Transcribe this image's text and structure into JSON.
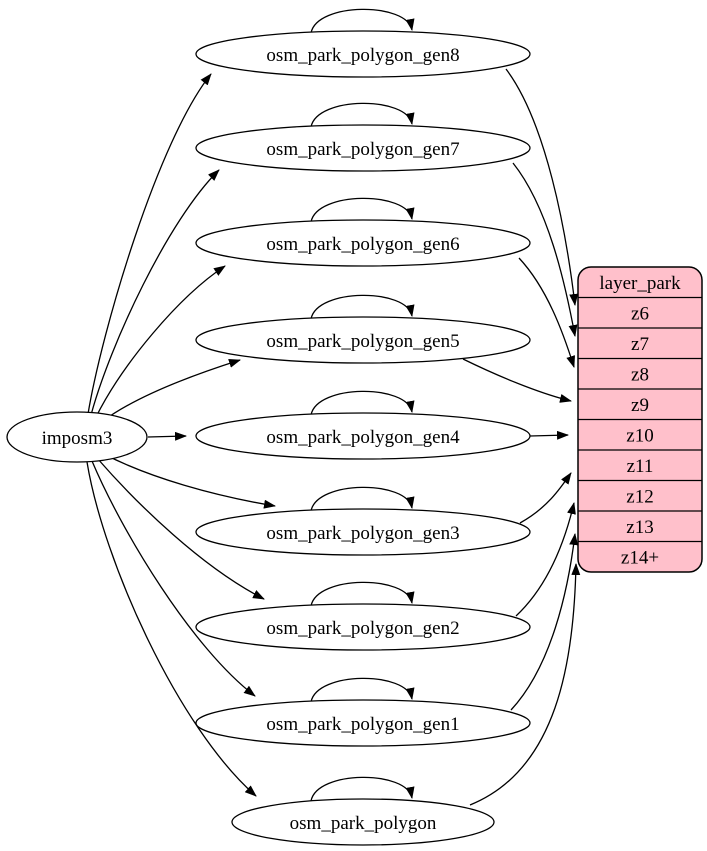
{
  "diagram_type": "digraph",
  "source": {
    "label": "imposm3"
  },
  "tables": [
    {
      "label": "osm_park_polygon_gen8"
    },
    {
      "label": "osm_park_polygon_gen7"
    },
    {
      "label": "osm_park_polygon_gen6"
    },
    {
      "label": "osm_park_polygon_gen5"
    },
    {
      "label": "osm_park_polygon_gen4"
    },
    {
      "label": "osm_park_polygon_gen3"
    },
    {
      "label": "osm_park_polygon_gen2"
    },
    {
      "label": "osm_park_polygon_gen1"
    },
    {
      "label": "osm_park_polygon"
    }
  ],
  "layer_table": {
    "title": "layer_park",
    "rows": [
      {
        "label": "z6"
      },
      {
        "label": "z7"
      },
      {
        "label": "z8"
      },
      {
        "label": "z9"
      },
      {
        "label": "z10"
      },
      {
        "label": "z11"
      },
      {
        "label": "z12"
      },
      {
        "label": "z13"
      },
      {
        "label": "z14+"
      }
    ]
  },
  "colors": {
    "layer_fill": "#ffc0cb",
    "node_fill": "#ffffff",
    "stroke": "#000000",
    "background": "#ffffff"
  },
  "edges": {
    "from_source": [
      {
        "from": "imposm3",
        "to": "osm_park_polygon_gen8"
      },
      {
        "from": "imposm3",
        "to": "osm_park_polygon_gen7"
      },
      {
        "from": "imposm3",
        "to": "osm_park_polygon_gen6"
      },
      {
        "from": "imposm3",
        "to": "osm_park_polygon_gen5"
      },
      {
        "from": "imposm3",
        "to": "osm_park_polygon_gen4"
      },
      {
        "from": "imposm3",
        "to": "osm_park_polygon_gen3"
      },
      {
        "from": "imposm3",
        "to": "osm_park_polygon_gen2"
      },
      {
        "from": "imposm3",
        "to": "osm_park_polygon_gen1"
      },
      {
        "from": "imposm3",
        "to": "osm_park_polygon"
      }
    ],
    "self_loops": [
      {
        "from": "osm_park_polygon_gen8",
        "to": "osm_park_polygon_gen8"
      },
      {
        "from": "osm_park_polygon_gen7",
        "to": "osm_park_polygon_gen7"
      },
      {
        "from": "osm_park_polygon_gen6",
        "to": "osm_park_polygon_gen6"
      },
      {
        "from": "osm_park_polygon_gen5",
        "to": "osm_park_polygon_gen5"
      },
      {
        "from": "osm_park_polygon_gen4",
        "to": "osm_park_polygon_gen4"
      },
      {
        "from": "osm_park_polygon_gen3",
        "to": "osm_park_polygon_gen3"
      },
      {
        "from": "osm_park_polygon_gen2",
        "to": "osm_park_polygon_gen2"
      },
      {
        "from": "osm_park_polygon_gen1",
        "to": "osm_park_polygon_gen1"
      },
      {
        "from": "osm_park_polygon",
        "to": "osm_park_polygon"
      }
    ],
    "to_layer": [
      {
        "from": "osm_park_polygon_gen8",
        "to": "layer_park:z6"
      },
      {
        "from": "osm_park_polygon_gen7",
        "to": "layer_park:z7"
      },
      {
        "from": "osm_park_polygon_gen6",
        "to": "layer_park:z8"
      },
      {
        "from": "osm_park_polygon_gen5",
        "to": "layer_park:z9"
      },
      {
        "from": "osm_park_polygon_gen4",
        "to": "layer_park:z10"
      },
      {
        "from": "osm_park_polygon_gen3",
        "to": "layer_park:z11"
      },
      {
        "from": "osm_park_polygon_gen2",
        "to": "layer_park:z12"
      },
      {
        "from": "osm_park_polygon_gen1",
        "to": "layer_park:z13"
      },
      {
        "from": "osm_park_polygon",
        "to": "layer_park:z14+"
      }
    ]
  }
}
